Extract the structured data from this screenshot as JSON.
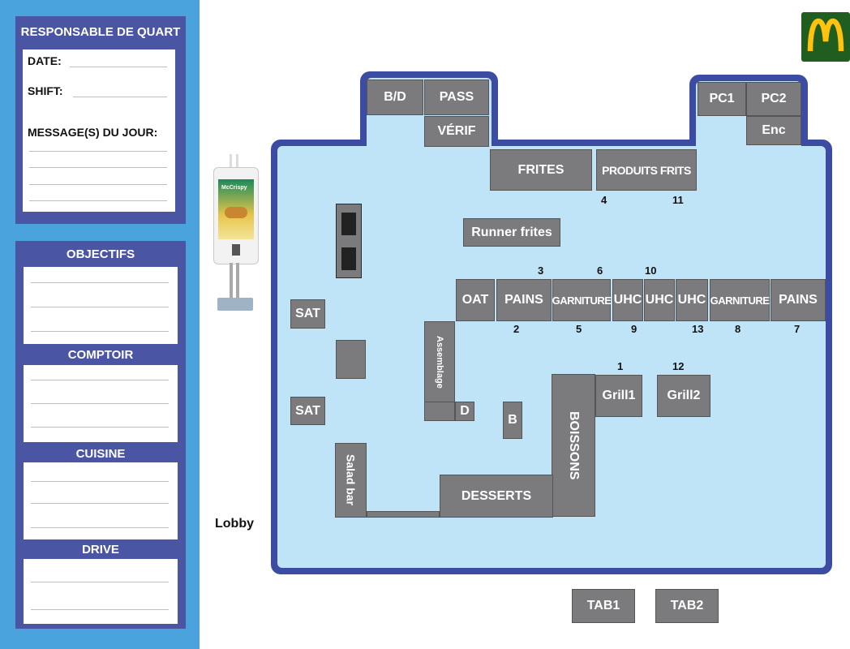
{
  "sidebar": {
    "manager_panel": {
      "title": "RESPONSABLE DE QUART",
      "date_label": "DATE:",
      "shift_label": "SHIFT:",
      "message_label": "MESSAGE(S) DU JOUR:"
    },
    "sections": [
      {
        "title": "OBJECTIFS"
      },
      {
        "title": "COMPTOIR"
      },
      {
        "title": "CUISINE"
      },
      {
        "title": "DRIVE"
      }
    ]
  },
  "kiosk": {
    "brand": "McCrispy"
  },
  "lobby_label": "Lobby",
  "stations": {
    "bd": "B/D",
    "pass": "PASS",
    "verif": "VÉRIF",
    "pc1": "PC1",
    "pc2": "PC2",
    "enc": "Enc",
    "frites": "FRITES",
    "produits_frits": "PRODUITS FRITS",
    "runner_frites": "Runner frites",
    "oat": "OAT",
    "pains_left": "PAINS",
    "garniture_left": "GARNITURE",
    "uhc_1": "UHC",
    "uhc_2": "UHC",
    "uhc_3": "UHC",
    "garniture_right": "GARNITURE",
    "pains_right": "PAINS",
    "sat_1": "SAT",
    "sat_2": "SAT",
    "assemblage": "Assemblage",
    "d": "D",
    "b": "B",
    "boissons": "BOISSONS",
    "grill1": "Grill1",
    "grill2": "Grill2",
    "salad_bar": "Salad bar",
    "desserts": "DESSERTS",
    "tab1": "TAB1",
    "tab2": "TAB2"
  },
  "position_numbers": {
    "n4": "4",
    "n11": "11",
    "n3": "3",
    "n6": "6",
    "n10": "10",
    "n2": "2",
    "n5": "5",
    "n9": "9",
    "n13": "13",
    "n8": "8",
    "n7": "7",
    "n1": "1",
    "n12": "12"
  },
  "colors": {
    "sidebar": "#4aa3dc",
    "panel": "#4a55a4",
    "floor_border": "#3d4ca3",
    "floor_fill": "#bfe3f7",
    "station": "#7b7b7d",
    "logo_bg": "#1f5e1f",
    "logo_arches": "#ffc20e"
  }
}
